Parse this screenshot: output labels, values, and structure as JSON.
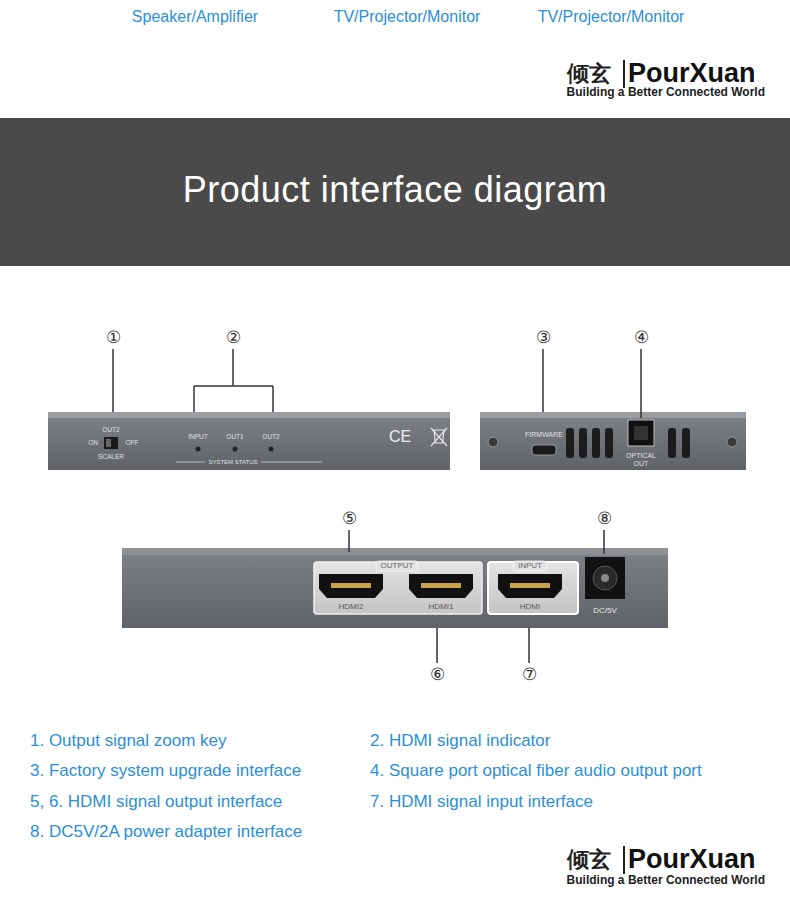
{
  "diagram": {
    "title": "Product interface diagram",
    "labels": [
      "Speaker/Amplifier",
      "TV/Projector/Monitor",
      "TV/Projector/Monitor",
      "倾玄",
      "PourXuan",
      "Building a Better Connected World",
      "①",
      "②",
      "OUT2",
      "ON",
      "OFF",
      "SCALER",
      "INPUT",
      "OUT1",
      "OUT2",
      "SYSTEM STATUS",
      "CE",
      "③",
      "④",
      "FIRMWARE",
      "OPTICAL OUT",
      "⑤",
      "⑧",
      "OUTPUT",
      "HDMI2",
      "HDMI1",
      "INPUT",
      "HDMI",
      "DC/5V",
      "⑥",
      "⑦",
      "1. Output signal zoom key",
      "2. HDMI signal indicator",
      "3. Factory system upgrade interface",
      "4. Square port optical fiber audio output port",
      "5, 6. HDMI signal output interface",
      "7. HDMI signal input interface",
      "8. DC5V/2A power adapter interface",
      "倾玄",
      "PourXuan",
      "Building a Better Connected World"
    ]
  }
}
